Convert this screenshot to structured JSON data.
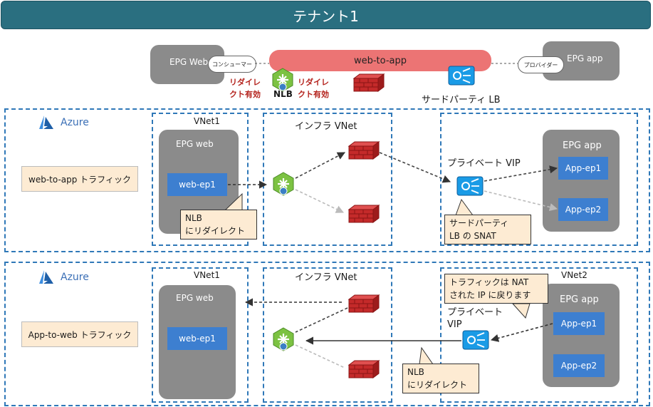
{
  "banner": {
    "title": "テナント1"
  },
  "top": {
    "epg_web": "EPG Web",
    "consumer": "コンシューマー",
    "contract": "web-to-app",
    "provider": "プロバイダー",
    "epg_app": "EPG app",
    "redirect_left": [
      "リダイレ",
      "クト有効"
    ],
    "nlb": "NLB",
    "redirect_right": [
      "リダイレ",
      "クト有効"
    ],
    "third_party_lb": "サードパーティ LB"
  },
  "section1": {
    "azure": "Azure",
    "traffic": "web-to-app トラフィック",
    "vnet1": "VNet1",
    "infra_vnet": "インフラ VNet",
    "epg_web": "EPG web",
    "web_ep1": "web-ep1",
    "callout_nlb": [
      "NLB",
      "にリダイレクト"
    ],
    "private_vip": "プライベート VIP",
    "callout_snat": [
      "サードパーティ",
      "LB の SNAT"
    ],
    "epg_app": "EPG app",
    "app_ep1": "App-ep1",
    "app_ep2": "App-ep2"
  },
  "section2": {
    "azure": "Azure",
    "traffic": "App-to-web トラフィック",
    "vnet1": "VNet1",
    "infra_vnet": "インフラ VNet",
    "vnet2": "VNet2",
    "epg_web": "EPG web",
    "web_ep1": "web-ep1",
    "callout_nat": [
      "トラフィックは NAT",
      "された IP に戻ります"
    ],
    "private_vip": [
      "プライベート",
      "VIP"
    ],
    "epg_app": "EPG app",
    "app_ep1": "App-ep1",
    "app_ep2": "App-ep2",
    "callout_nlb": [
      "NLB",
      "にリダイレクト"
    ]
  },
  "colors": {
    "banner": "#2a6f80",
    "section_border": "#2f78b8",
    "endpoint": "#3d7fd0",
    "contract": "#ec7474",
    "callout": "#fdebd3",
    "redirect_text": "#b4221c",
    "epg_box": "#8b8b8b"
  }
}
